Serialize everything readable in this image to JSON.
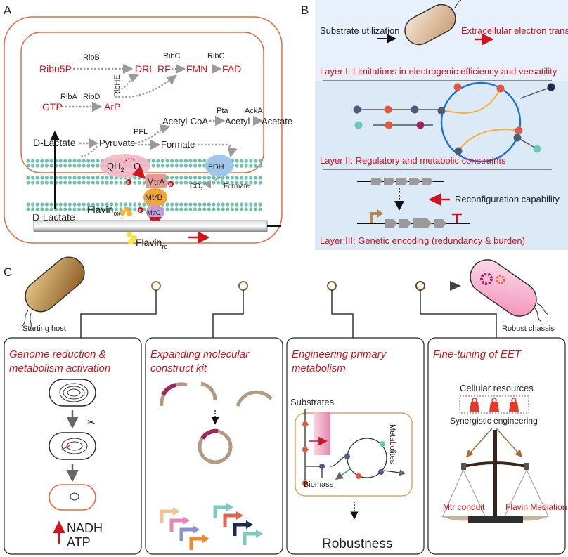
{
  "panel_labels": {
    "a": "A",
    "b": "B",
    "c": "C"
  },
  "panel_a": {
    "ribu5p": "Ribu5P",
    "ribb": "RibB",
    "drl": "DRL",
    "rf": "RF",
    "fmn": "FMN",
    "fad": "FAD",
    "ribc1": "RibC",
    "ribc2": "RibC",
    "ribhe": "RibHE",
    "gtp": "GTP",
    "riba": "RibA",
    "ribd": "RibD",
    "arp": "ArP",
    "pta": "Pta",
    "ackA": "AckA",
    "acetyl_coa": "Acetyl-CoA",
    "acetyl_p": "Acetyl-P",
    "acetate": "Acetate",
    "d_lactate_in": "D-Lactate",
    "pyruvate": "Pyruvate",
    "pfl": "PFL",
    "formate1": "Formate",
    "qh2": "QH",
    "qh2_sub": "2",
    "q": "Q",
    "fdh": "FDH",
    "co2": "CO",
    "co2_sub": "2",
    "formate2": "Formate",
    "mtra": "MtrA",
    "mtrb": "MtrB",
    "mtrc": "MtrC",
    "e": "e",
    "d_lactate_out": "D-Lactate",
    "flavin_ox": "Flavin",
    "flavin_ox_sub": "ox",
    "flavin_re": "Flavin",
    "flavin_re_sub": "re"
  },
  "panel_b": {
    "substrate": "Substrate utilization",
    "eet": "Extracellular electron transfer",
    "layer1": "Layer I: Limitations in electrogenic efficiency and versatility",
    "layer2": "Layer II: Regulatory and metabolic constraints",
    "reconfig": "Reconfiguration capability",
    "layer3": "Layer III: Genetic encoding (redundancy & burden)"
  },
  "panel_c": {
    "starting_host": "Starting host",
    "robust_chassis": "Robust chassis",
    "box1": {
      "title_l1": "Genome reduction &",
      "title_l2": "metabolism activation",
      "nadh": "NADH",
      "atp": "ATP"
    },
    "box2": {
      "title_l1": "Expanding molecular",
      "title_l2": "construct kit"
    },
    "box3": {
      "title_l1": "Engineering primary",
      "title_l2": "metabolism",
      "substrates": "Substrates",
      "metabolites": "Metabolites",
      "biomass": "Biomass",
      "robustness": "Robustness"
    },
    "box4": {
      "title": "Fine-tuning of EET",
      "resources": "Cellular resources",
      "synergy": "Synergistic engineering",
      "mtr": "Mtr conduit",
      "flavin": "Flavin Mediation"
    }
  },
  "colors": {
    "red": "#d0121b",
    "orange_border": "#e8683a",
    "membrane": "#6ec3b0",
    "panel_b_bg": "#e3eef9"
  }
}
